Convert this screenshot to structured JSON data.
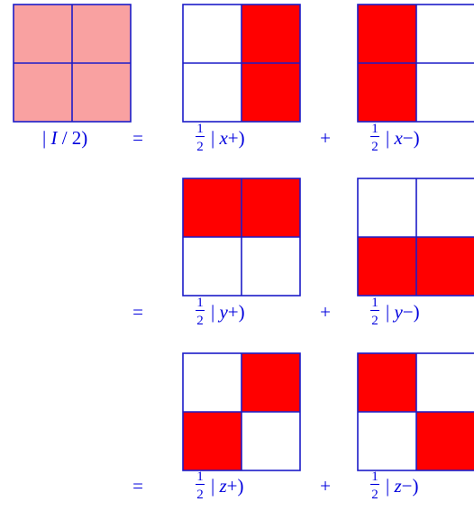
{
  "colors": {
    "filled": "#ff0000",
    "empty": "#ffffff",
    "mixed": "#f9a1a1",
    "grid": "#1c1cc8",
    "text": "#0000dd"
  },
  "fraction": {
    "numerator": "1",
    "denominator": "2"
  },
  "operators": {
    "equals": "=",
    "plus": "+"
  },
  "state_label": {
    "open": "| ",
    "symbol": "I",
    "rest": " / 2)"
  },
  "rows": [
    {
      "show_mixed": true,
      "terms": [
        {
          "ket_open": "| ",
          "var": "x",
          "sign": "+)",
          "cells": [
            0,
            1,
            0,
            1
          ]
        },
        {
          "ket_open": "| ",
          "var": "x",
          "sign": "−)",
          "cells": [
            1,
            0,
            1,
            0
          ]
        }
      ]
    },
    {
      "show_mixed": false,
      "terms": [
        {
          "ket_open": "| ",
          "var": "y",
          "sign": "+)",
          "cells": [
            1,
            1,
            0,
            0
          ]
        },
        {
          "ket_open": "| ",
          "var": "y",
          "sign": "−)",
          "cells": [
            0,
            0,
            1,
            1
          ]
        }
      ]
    },
    {
      "show_mixed": false,
      "terms": [
        {
          "ket_open": "| ",
          "var": "z",
          "sign": "+)",
          "cells": [
            0,
            1,
            1,
            0
          ]
        },
        {
          "ket_open": "| ",
          "var": "z",
          "sign": "−)",
          "cells": [
            1,
            0,
            0,
            1
          ]
        }
      ]
    }
  ]
}
